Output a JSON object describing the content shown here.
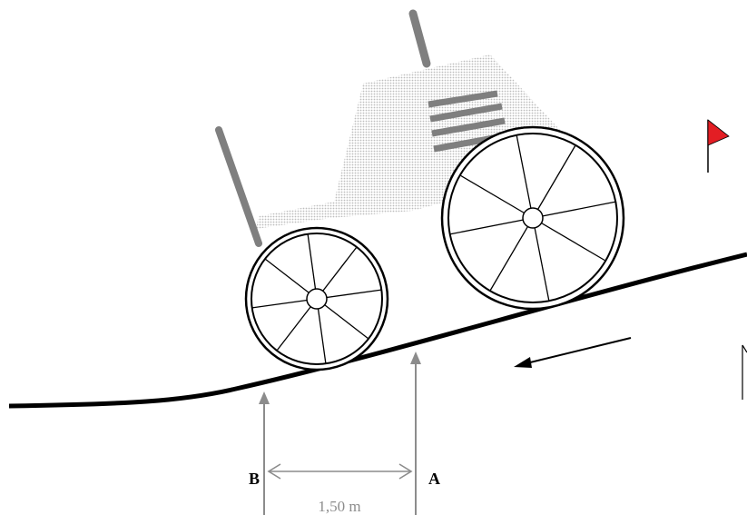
{
  "labels": {
    "point_b": "B",
    "point_a": "A",
    "distance": "1,50 m"
  },
  "colors": {
    "ground": "#000000",
    "tractor_body": "#cfcfcf",
    "tractor_stripe": "#7f7f7f",
    "flag": "#e31e24",
    "dimension": "#8c8c8c"
  }
}
